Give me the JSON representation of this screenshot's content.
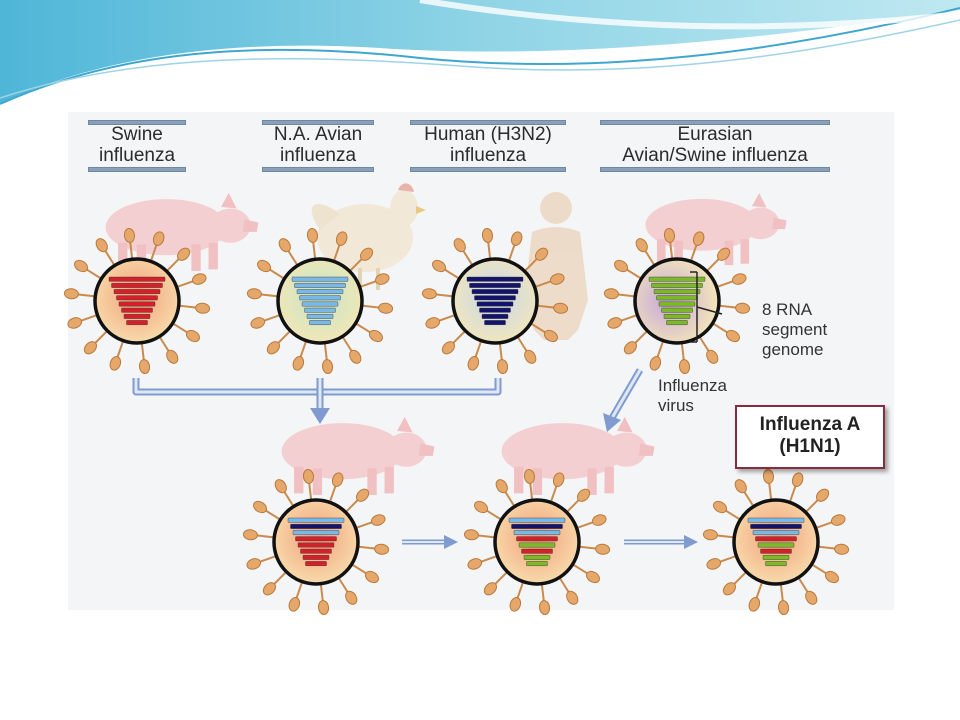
{
  "sources": [
    {
      "line1": "Swine",
      "line2": "influenza"
    },
    {
      "line1": "N.A. Avian",
      "line2": "influenza"
    },
    {
      "line1": "Human (H3N2)",
      "line2": "influenza"
    },
    {
      "line1": "Eurasian",
      "line2": "Avian/Swine influenza"
    }
  ],
  "annotations": {
    "genome_label": [
      "8 RNA",
      "segment",
      "genome"
    ],
    "virus_label": [
      "Influenza",
      "virus"
    ]
  },
  "result": {
    "line1": "Influenza A",
    "line2": "(H1N1)"
  },
  "colors": {
    "swine": "#d4202a",
    "avian": "#7ab8e6",
    "human": "#13136b",
    "eurasian": "#7cb82a",
    "arrow": "#7f9bcf",
    "result_border": "#8a2a3f"
  },
  "segment_sets": {
    "swine": [
      "swine",
      "swine",
      "swine",
      "swine",
      "swine",
      "swine",
      "swine",
      "swine"
    ],
    "avian": [
      "avian",
      "avian",
      "avian",
      "avian",
      "avian",
      "avian",
      "avian",
      "avian"
    ],
    "human": [
      "human",
      "human",
      "human",
      "human",
      "human",
      "human",
      "human",
      "human"
    ],
    "eurasian": [
      "eurasian",
      "eurasian",
      "eurasian",
      "eurasian",
      "eurasian",
      "eurasian",
      "eurasian",
      "eurasian"
    ],
    "triple": [
      "avian",
      "human",
      "avian",
      "swine",
      "swine",
      "swine",
      "swine",
      "swine"
    ],
    "final": [
      "avian",
      "human",
      "avian",
      "swine",
      "eurasian",
      "swine",
      "eurasian",
      "eurasian"
    ]
  }
}
